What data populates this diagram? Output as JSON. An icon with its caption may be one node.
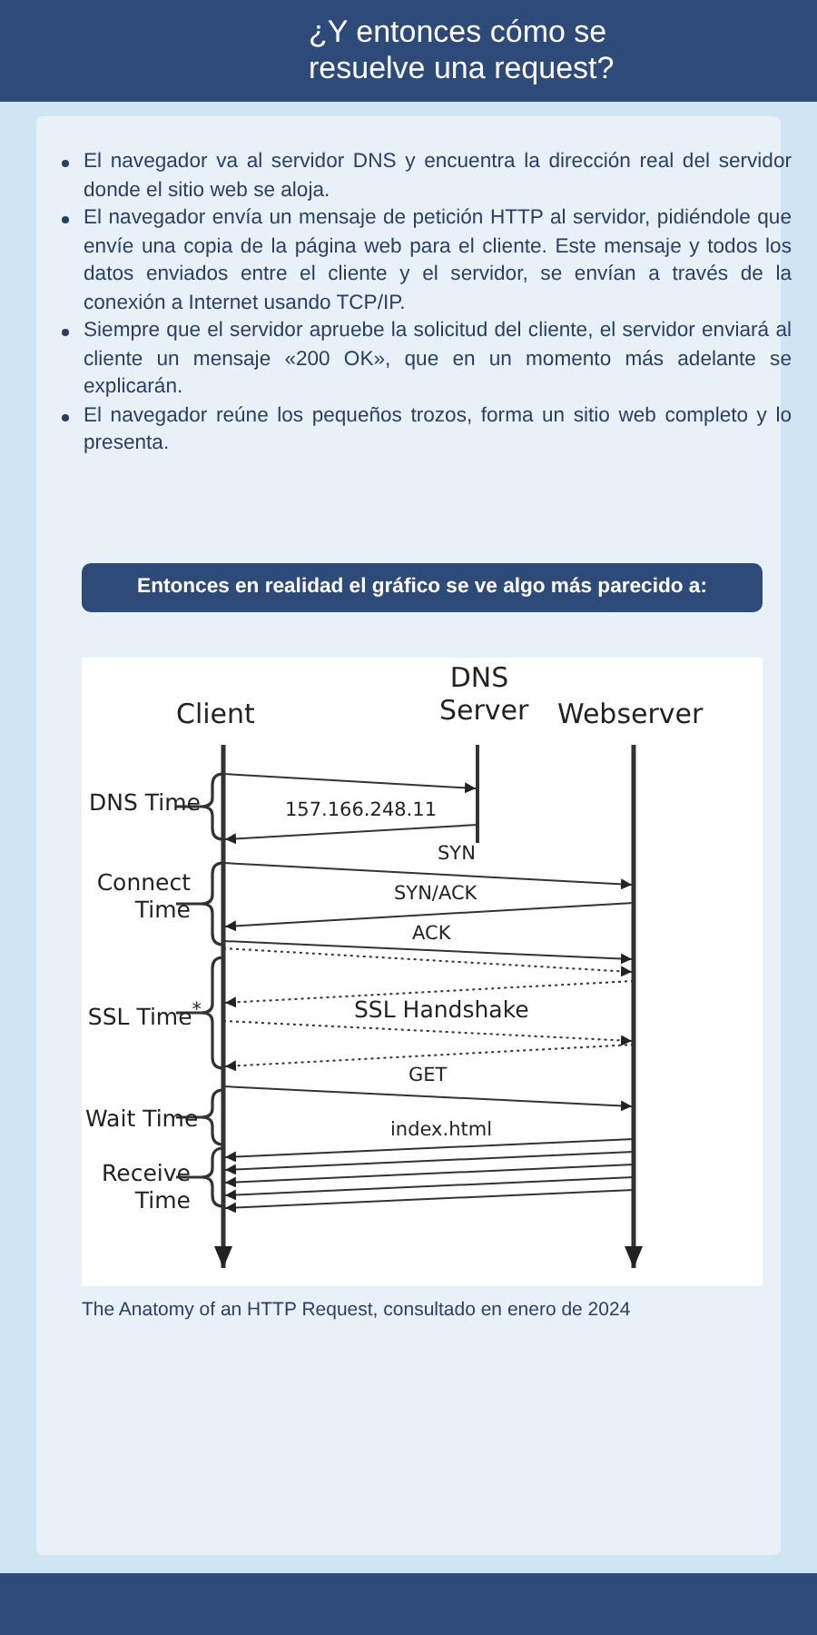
{
  "diagram": {
    "title": "¿Y entonces cómo se resuelve una request?",
    "caption": "The Anatomy of an HTTP Request, consultado en enero de 2024",
    "nodes": [
      {
        "text": [
          "Entonces en realidad el gráfico se ve algo más parecido a:"
        ]
      }
    ],
    "labels": [
      "El navegador va al servidor DNS y encuentra la dirección real del servidor donde el sitio web se aloja.",
      "El navegador envía un mensaje de petición HTTP al servidor, pidiéndole que envíe una copia de la página web para el cliente. Este mensaje y todos los datos enviados entre el cliente y el servidor, se envían a través de la conexión a Internet usando TCP/IP.",
      "Siempre que el servidor apruebe la solicitud del cliente, el servidor enviará al cliente un mensaje «200 OK», que en un momento más adelante se explicarán.",
      "El navegador reúne los pequeños trozos, forma un sitio web completo y lo presenta.",
      "Client",
      "DNS Server",
      "Webserver",
      "DNS Time",
      "157.166.248.11",
      "SYN",
      "Connect Time",
      "SYN/ACK",
      "ACK",
      "SSL Time$^{*}$",
      "SSL Handshake",
      "GET",
      "Wait Time",
      "index.html",
      "Receive Time"
    ]
  }
}
